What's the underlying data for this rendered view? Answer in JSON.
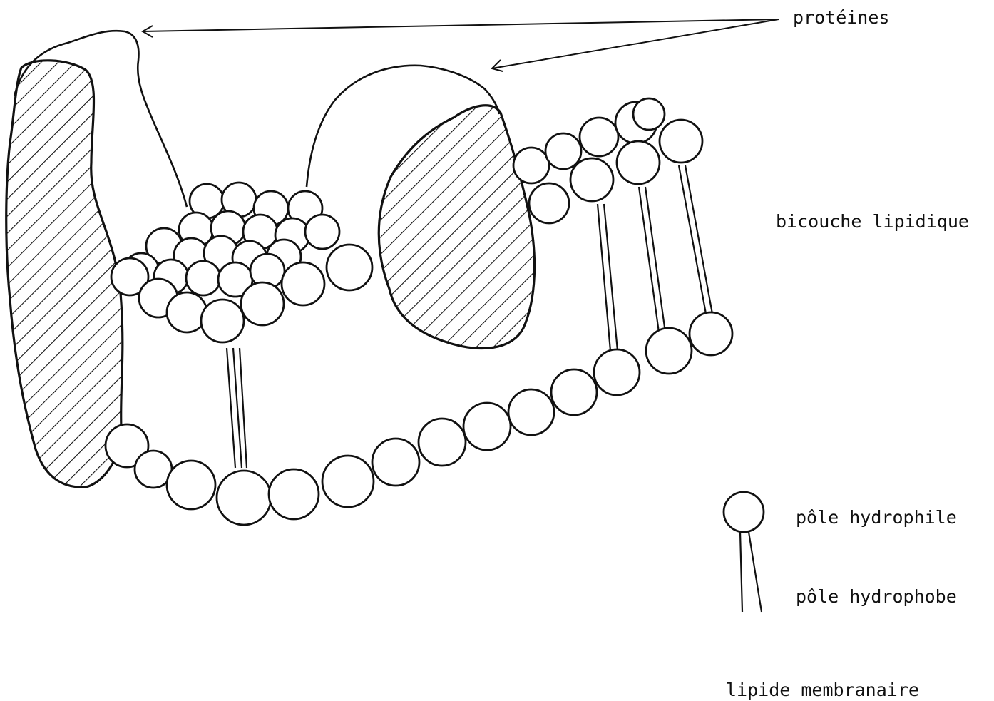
{
  "labels": {
    "proteines": "protéines",
    "bicouche": "bicouche lipidique",
    "hydrophile": "pôle hydrophile",
    "hydrophobe": "pôle hydrophobe",
    "lipide": "lipide membranaire"
  },
  "colors": {
    "ink": "#111111",
    "background": "#ffffff"
  }
}
